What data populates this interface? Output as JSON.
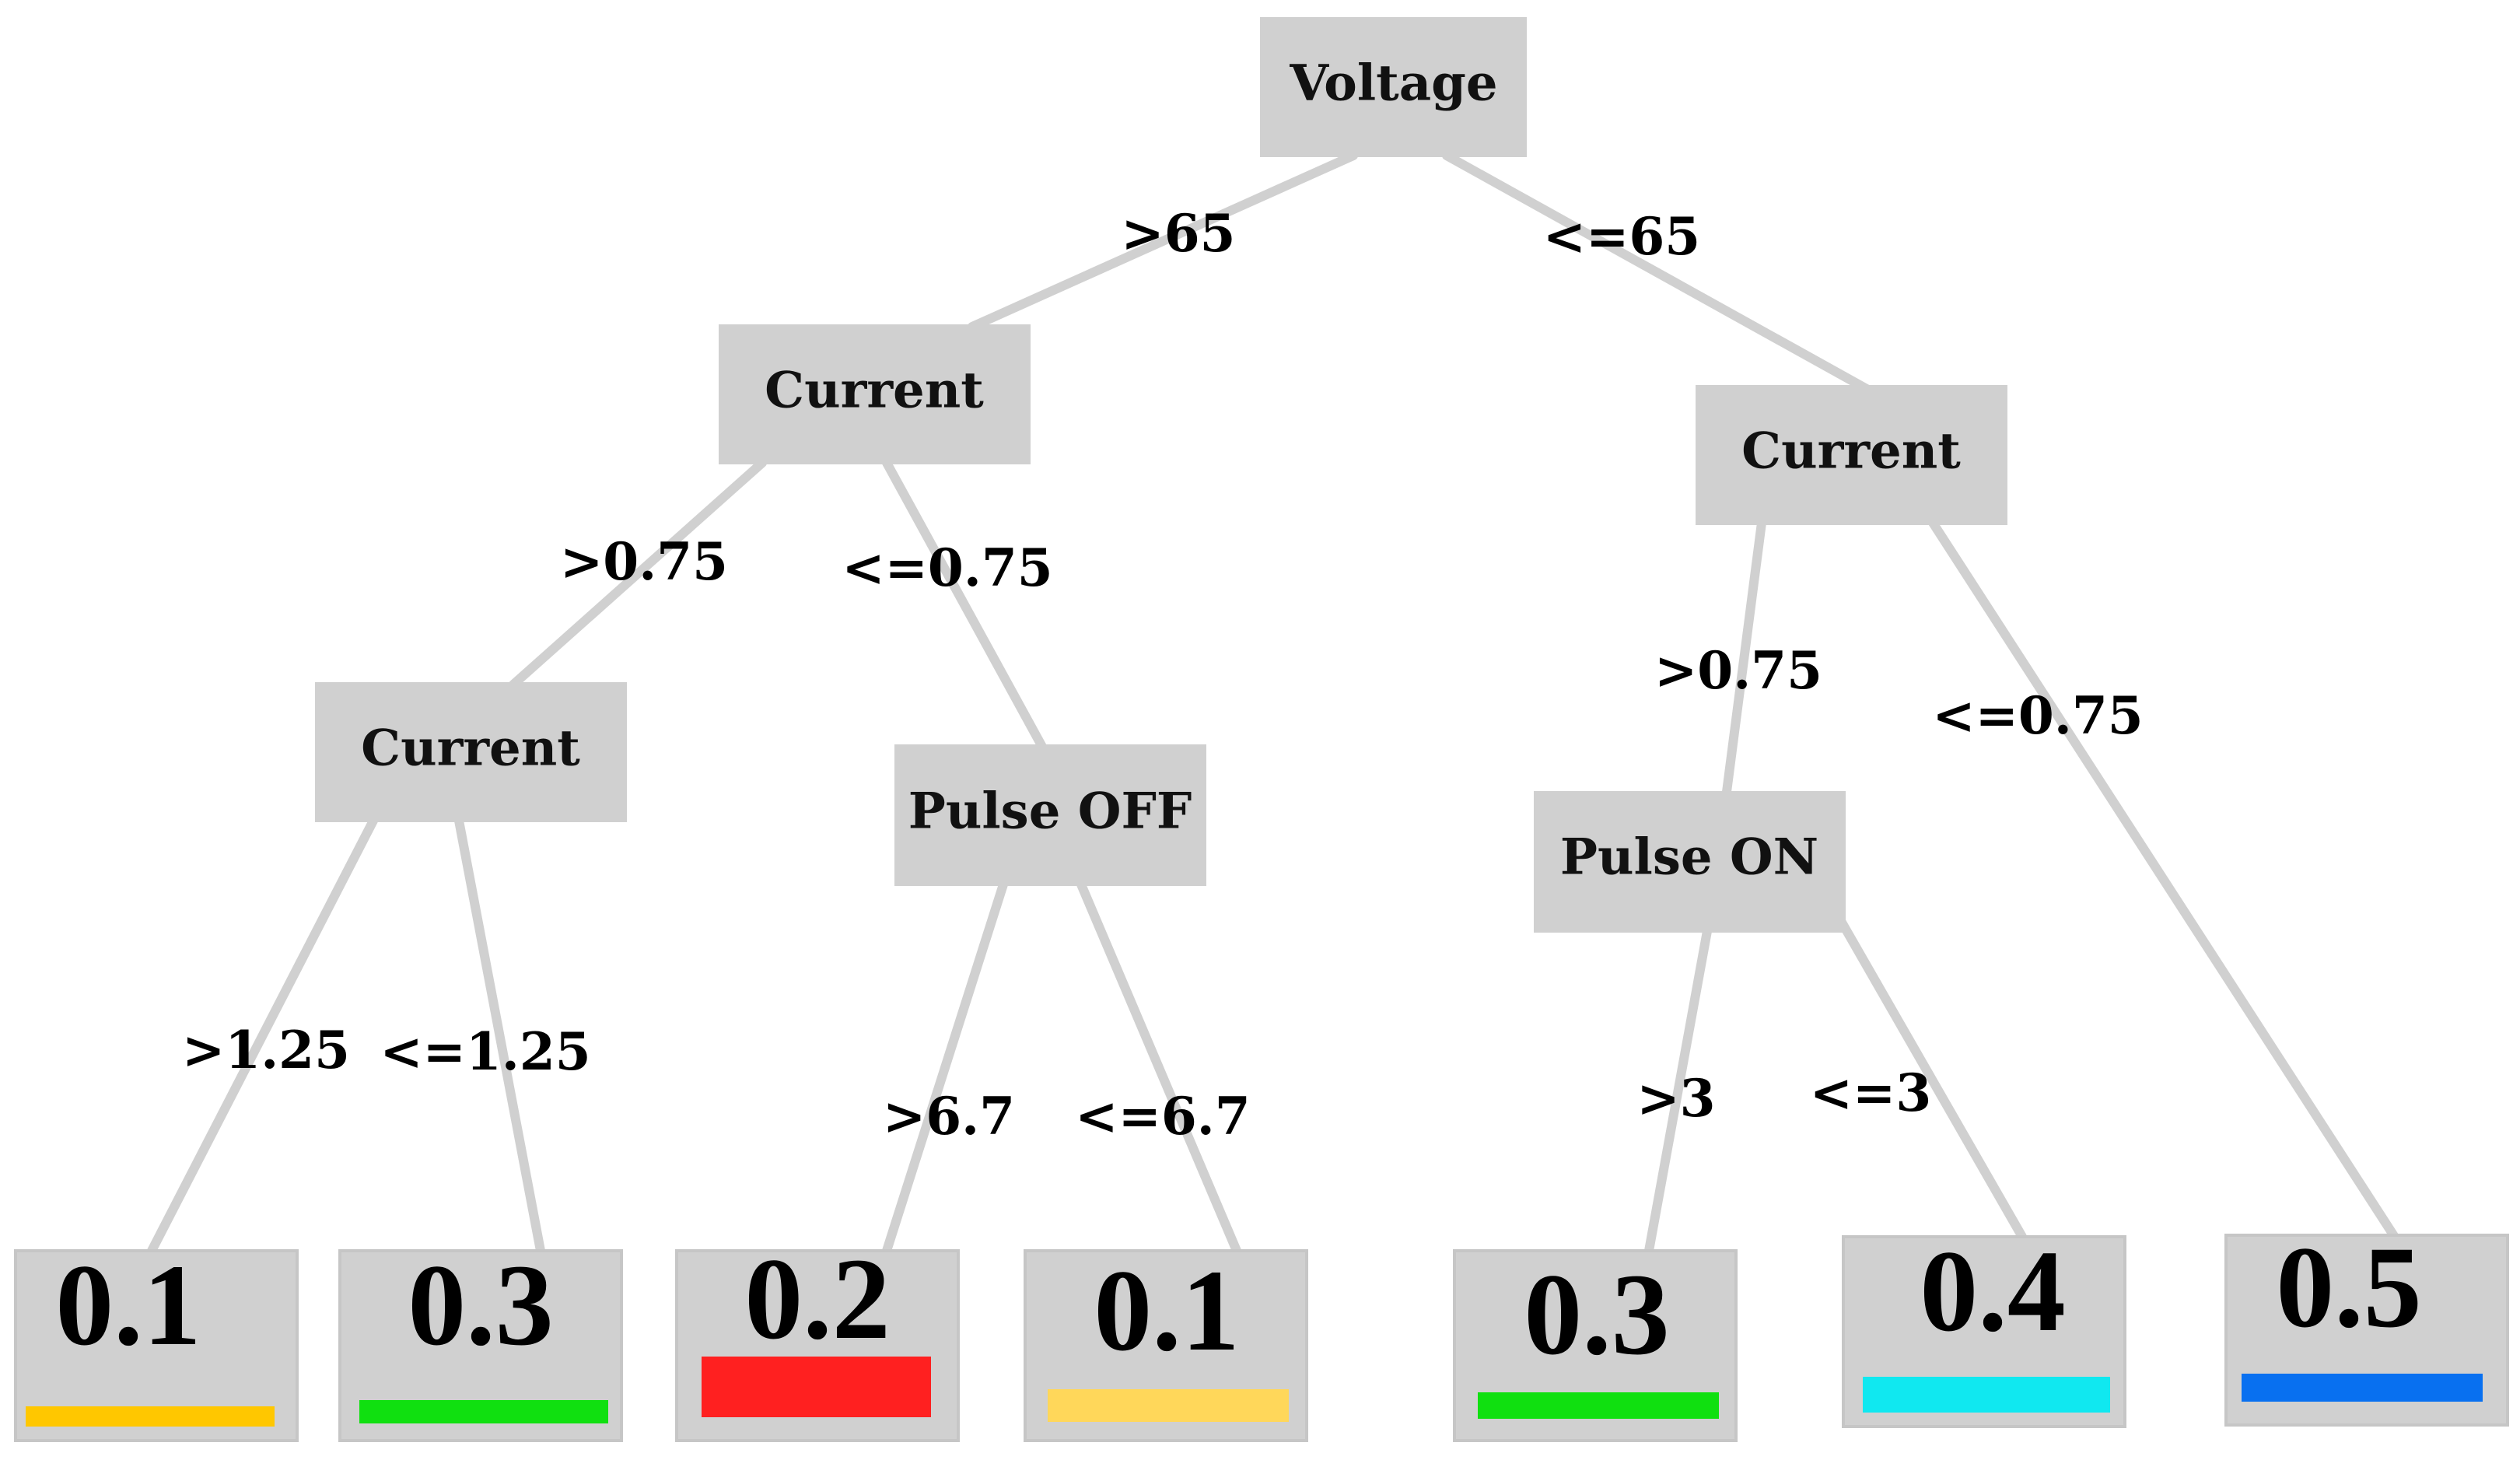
{
  "tree": {
    "nodes": [
      {
        "id": "voltage",
        "label": "Voltage"
      },
      {
        "id": "current-left",
        "label": "Current"
      },
      {
        "id": "current-right",
        "label": "Current"
      },
      {
        "id": "current-ll",
        "label": "Current"
      },
      {
        "id": "pulse-off",
        "label": "Pulse OFF"
      },
      {
        "id": "pulse-on",
        "label": "Pulse ON"
      }
    ],
    "edges": [
      {
        "id": "voltage-gt",
        "label": ">65"
      },
      {
        "id": "voltage-le",
        "label": "<=65"
      },
      {
        "id": "current-left-gt",
        "label": ">0.75"
      },
      {
        "id": "current-left-le",
        "label": "<=0.75"
      },
      {
        "id": "current-right-gt",
        "label": ">0.75"
      },
      {
        "id": "current-right-le",
        "label": "<=0.75"
      },
      {
        "id": "current-ll-gt",
        "label": ">1.25"
      },
      {
        "id": "current-ll-le",
        "label": "<=1.25"
      },
      {
        "id": "pulse-off-gt",
        "label": ">6.7"
      },
      {
        "id": "pulse-off-le",
        "label": "<=6.7"
      },
      {
        "id": "pulse-on-gt",
        "label": ">3"
      },
      {
        "id": "pulse-on-le",
        "label": "<=3"
      }
    ],
    "leaves": [
      {
        "id": "leaf-1",
        "value": "0.1",
        "color": "#ffc700"
      },
      {
        "id": "leaf-2",
        "value": "0.3",
        "color": "#10e010"
      },
      {
        "id": "leaf-3",
        "value": "0.2",
        "color": "#ff2020"
      },
      {
        "id": "leaf-4",
        "value": "0.1",
        "color": "#ffd75a"
      },
      {
        "id": "leaf-5",
        "value": "0.3",
        "color": "#10e010"
      },
      {
        "id": "leaf-6",
        "value": "0.4",
        "color": "#10e8f0"
      },
      {
        "id": "leaf-7",
        "value": "0.5",
        "color": "#0870f0"
      }
    ]
  }
}
